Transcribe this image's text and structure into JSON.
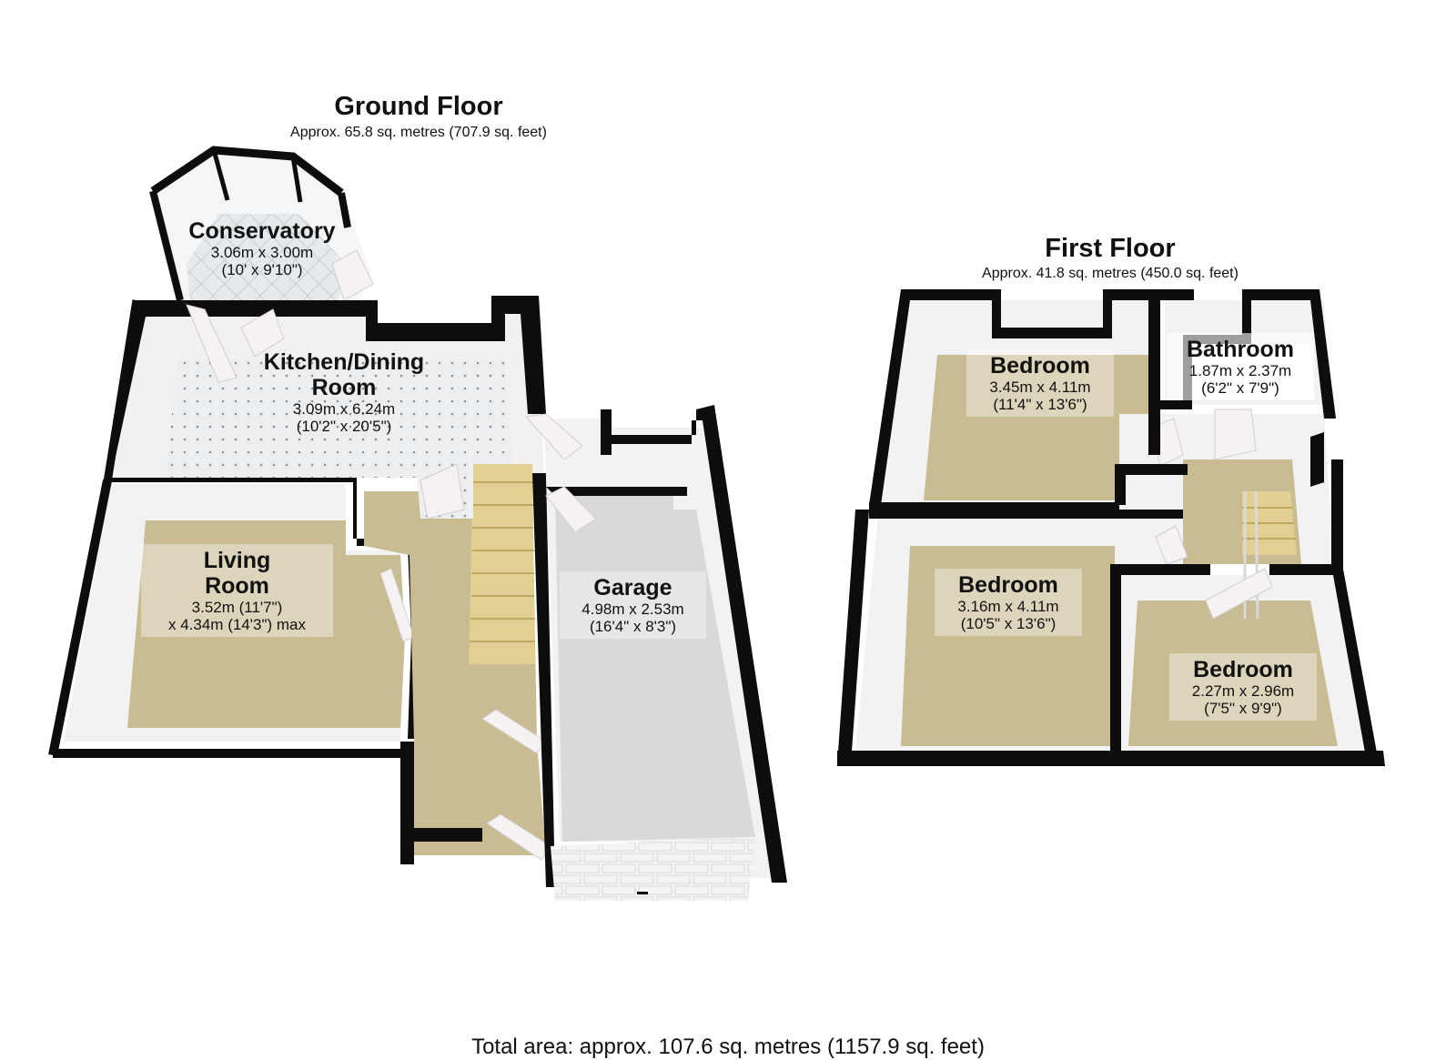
{
  "ground_floor": {
    "title": "Ground Floor",
    "area": "Approx. 65.8 sq. metres (707.9 sq. feet)",
    "rooms": {
      "conservatory": {
        "name": "Conservatory",
        "dim1": "3.06m x 3.00m",
        "dim2": "(10' x 9'10\")"
      },
      "kitchen": {
        "name1": "Kitchen/Dining",
        "name2": "Room",
        "dim1": "3.09m x 6.24m",
        "dim2": "(10'2\" x 20'5\")"
      },
      "living": {
        "name1": "Living",
        "name2": "Room",
        "dim1": "3.52m (11'7\")",
        "dim2": "x 4.34m (14'3\") max"
      },
      "garage": {
        "name": "Garage",
        "dim1": "4.98m x 2.53m",
        "dim2": "(16'4\" x 8'3\")"
      }
    }
  },
  "first_floor": {
    "title": "First Floor",
    "area": "Approx. 41.8 sq. metres (450.0 sq. feet)",
    "rooms": {
      "bedroom1": {
        "name": "Bedroom",
        "dim1": "3.45m x 4.11m",
        "dim2": "(11'4\" x 13'6\")"
      },
      "bathroom": {
        "name": "Bathroom",
        "dim1": "1.87m x 2.37m",
        "dim2": "(6'2\" x 7'9\")"
      },
      "bedroom2": {
        "name": "Bedroom",
        "dim1": "3.16m x 4.11m",
        "dim2": "(10'5\" x 13'6\")"
      },
      "bedroom3": {
        "name": "Bedroom",
        "dim1": "2.27m x 2.96m",
        "dim2": "(7'5\" x 9'9\")"
      }
    }
  },
  "total_area": "Total area: approx. 107.6 sq. metres (1157.9 sq. feet)",
  "colors": {
    "wall": "#0d0d0d",
    "carpet": "#c9bc92",
    "tile": "#e9ebec",
    "garage_floor": "#d9d9d9",
    "inner_wall": "#f1f1f1",
    "stairs": "#e2cf93"
  }
}
